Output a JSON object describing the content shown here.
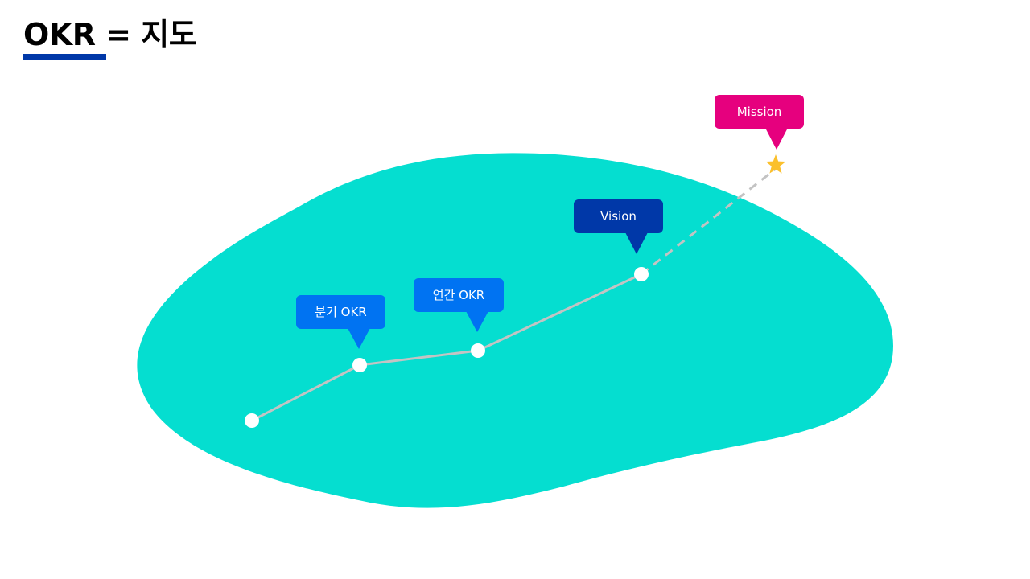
{
  "title": "OKR = 지도",
  "colors": {
    "title_accent": "#0038a8",
    "island": "#05ded0",
    "path_line": "#c3c3c3",
    "node": "#ffffff",
    "star": "#fbc02d"
  },
  "callouts": [
    {
      "id": "quarterly",
      "label": "분기 OKR",
      "color": "#0073f2"
    },
    {
      "id": "annual",
      "label": "연간 OKR",
      "color": "#0073f2"
    },
    {
      "id": "vision",
      "label": "Vision",
      "color": "#0038a8"
    },
    {
      "id": "mission",
      "label": "Mission",
      "color": "#e6007e"
    }
  ],
  "icons": {
    "goal_marker": "star-icon"
  }
}
